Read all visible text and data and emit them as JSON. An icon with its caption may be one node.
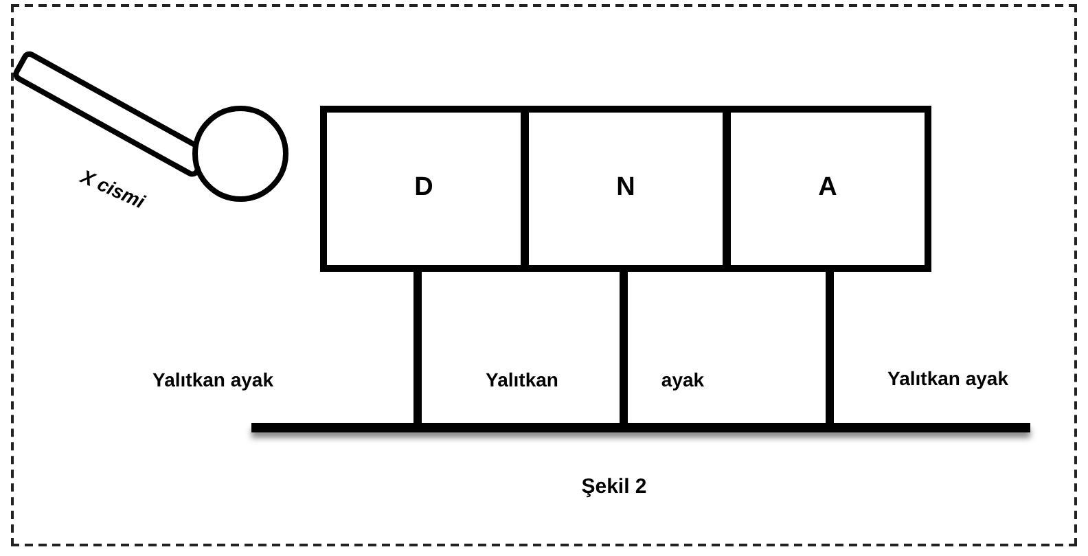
{
  "diagram": {
    "caption": "Şekil 2",
    "nodes": [
      {
        "text": [
          "D"
        ]
      },
      {
        "text": [
          "N"
        ]
      },
      {
        "text": [
          "A"
        ]
      }
    ],
    "labels": [
      "X cismi",
      "Yalıtkan ayak",
      "Yalıtkan",
      "ayak",
      "Yalıtkan ayak"
    ]
  }
}
